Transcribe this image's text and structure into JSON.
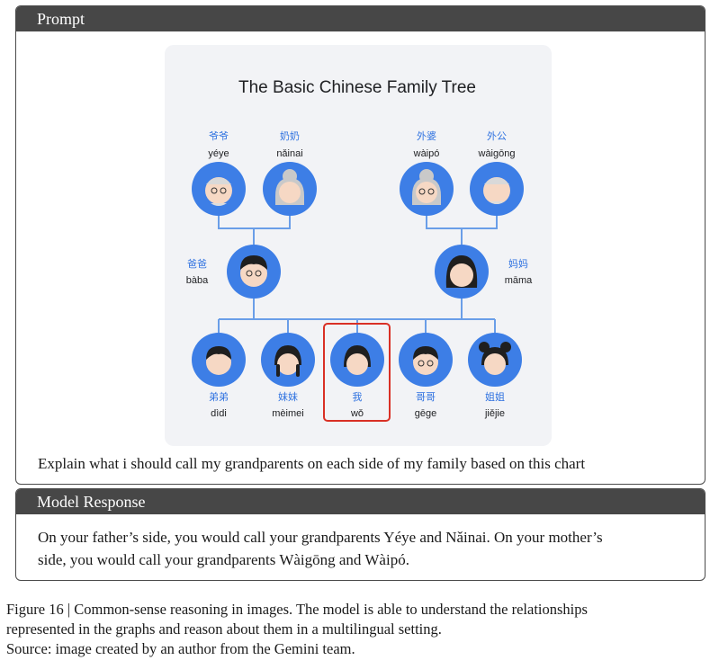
{
  "prompt_box": {
    "header": "Prompt",
    "question": "Explain what i should call my grandparents on each side of my family based on this chart"
  },
  "family_tree": {
    "title": "The Basic Chinese Family Tree",
    "colors": {
      "circle": "#3d7ee6",
      "line": "#6a9ee8",
      "highlight": "#d93025",
      "hanzi": "#2f72e0"
    },
    "members": {
      "yeye": {
        "hanzi": "爷爷",
        "pinyin": "yéye"
      },
      "nainai": {
        "hanzi": "奶奶",
        "pinyin": "nǎinai"
      },
      "waipo": {
        "hanzi": "外婆",
        "pinyin": "wàipó"
      },
      "waigong": {
        "hanzi": "外公",
        "pinyin": "wàigōng"
      },
      "baba": {
        "hanzi": "爸爸",
        "pinyin": "bàba"
      },
      "mama": {
        "hanzi": "妈妈",
        "pinyin": "māma"
      },
      "didi": {
        "hanzi": "弟弟",
        "pinyin": "dìdi"
      },
      "meimei": {
        "hanzi": "妹妹",
        "pinyin": "mèimei"
      },
      "wo": {
        "hanzi": "我",
        "pinyin": "wǒ"
      },
      "gege": {
        "hanzi": "哥哥",
        "pinyin": "gēge"
      },
      "jiejie": {
        "hanzi": "姐姐",
        "pinyin": "jiějie"
      }
    }
  },
  "response_box": {
    "header": "Model Response",
    "line1": "On your father’s side, you would call your grandparents Yéye and Nǎinai. On your mother’s",
    "line2": "side, you would call your grandparents Wàigōng and Wàipó."
  },
  "caption": {
    "line1": "Figure 16 | Common-sense reasoning in images. The model is able to understand the relationships",
    "line2": "represented in the graphs and reason about them in a multilingual setting.",
    "line3": "Source: image created by an author from the Gemini team."
  }
}
